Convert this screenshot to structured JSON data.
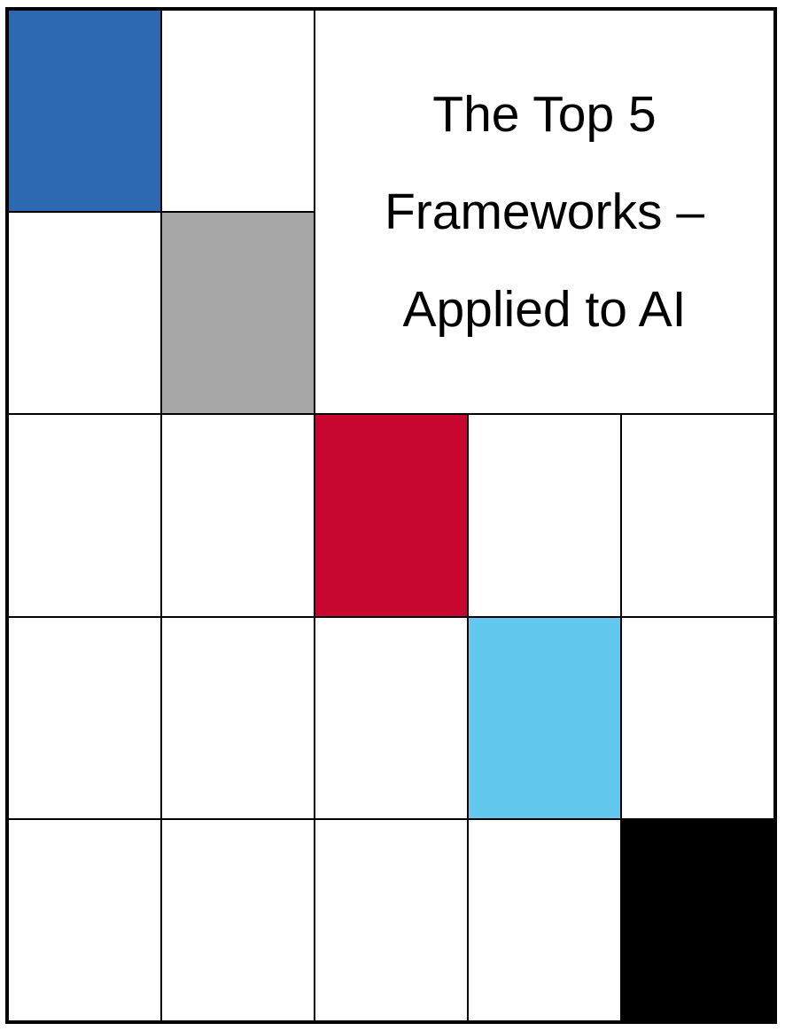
{
  "page": {
    "background_color": "#ffffff"
  },
  "title": {
    "full_text": "The Top 5 Frameworks – Applied to AI",
    "lines": [
      "The Top 5",
      "Frameworks –",
      "Applied to AI"
    ],
    "text_color": "#000000"
  },
  "table": {
    "rows": 5,
    "cols": 5,
    "border_color": "#000000",
    "title_cell": {
      "row_start": 1,
      "row_end": 2,
      "col_start": 3,
      "col_end": 5
    },
    "colored_cells": [
      {
        "name": "blue-cell",
        "row": 1,
        "col": 1,
        "color": "#2d69b0"
      },
      {
        "name": "gray-cell",
        "row": 2,
        "col": 2,
        "color": "#a6a6a6"
      },
      {
        "name": "red-cell",
        "row": 3,
        "col": 3,
        "color": "#c80730"
      },
      {
        "name": "light-blue-cell",
        "row": 4,
        "col": 4,
        "color": "#63c8ed"
      },
      {
        "name": "black-cell",
        "row": 5,
        "col": 5,
        "color": "#000000"
      }
    ]
  }
}
